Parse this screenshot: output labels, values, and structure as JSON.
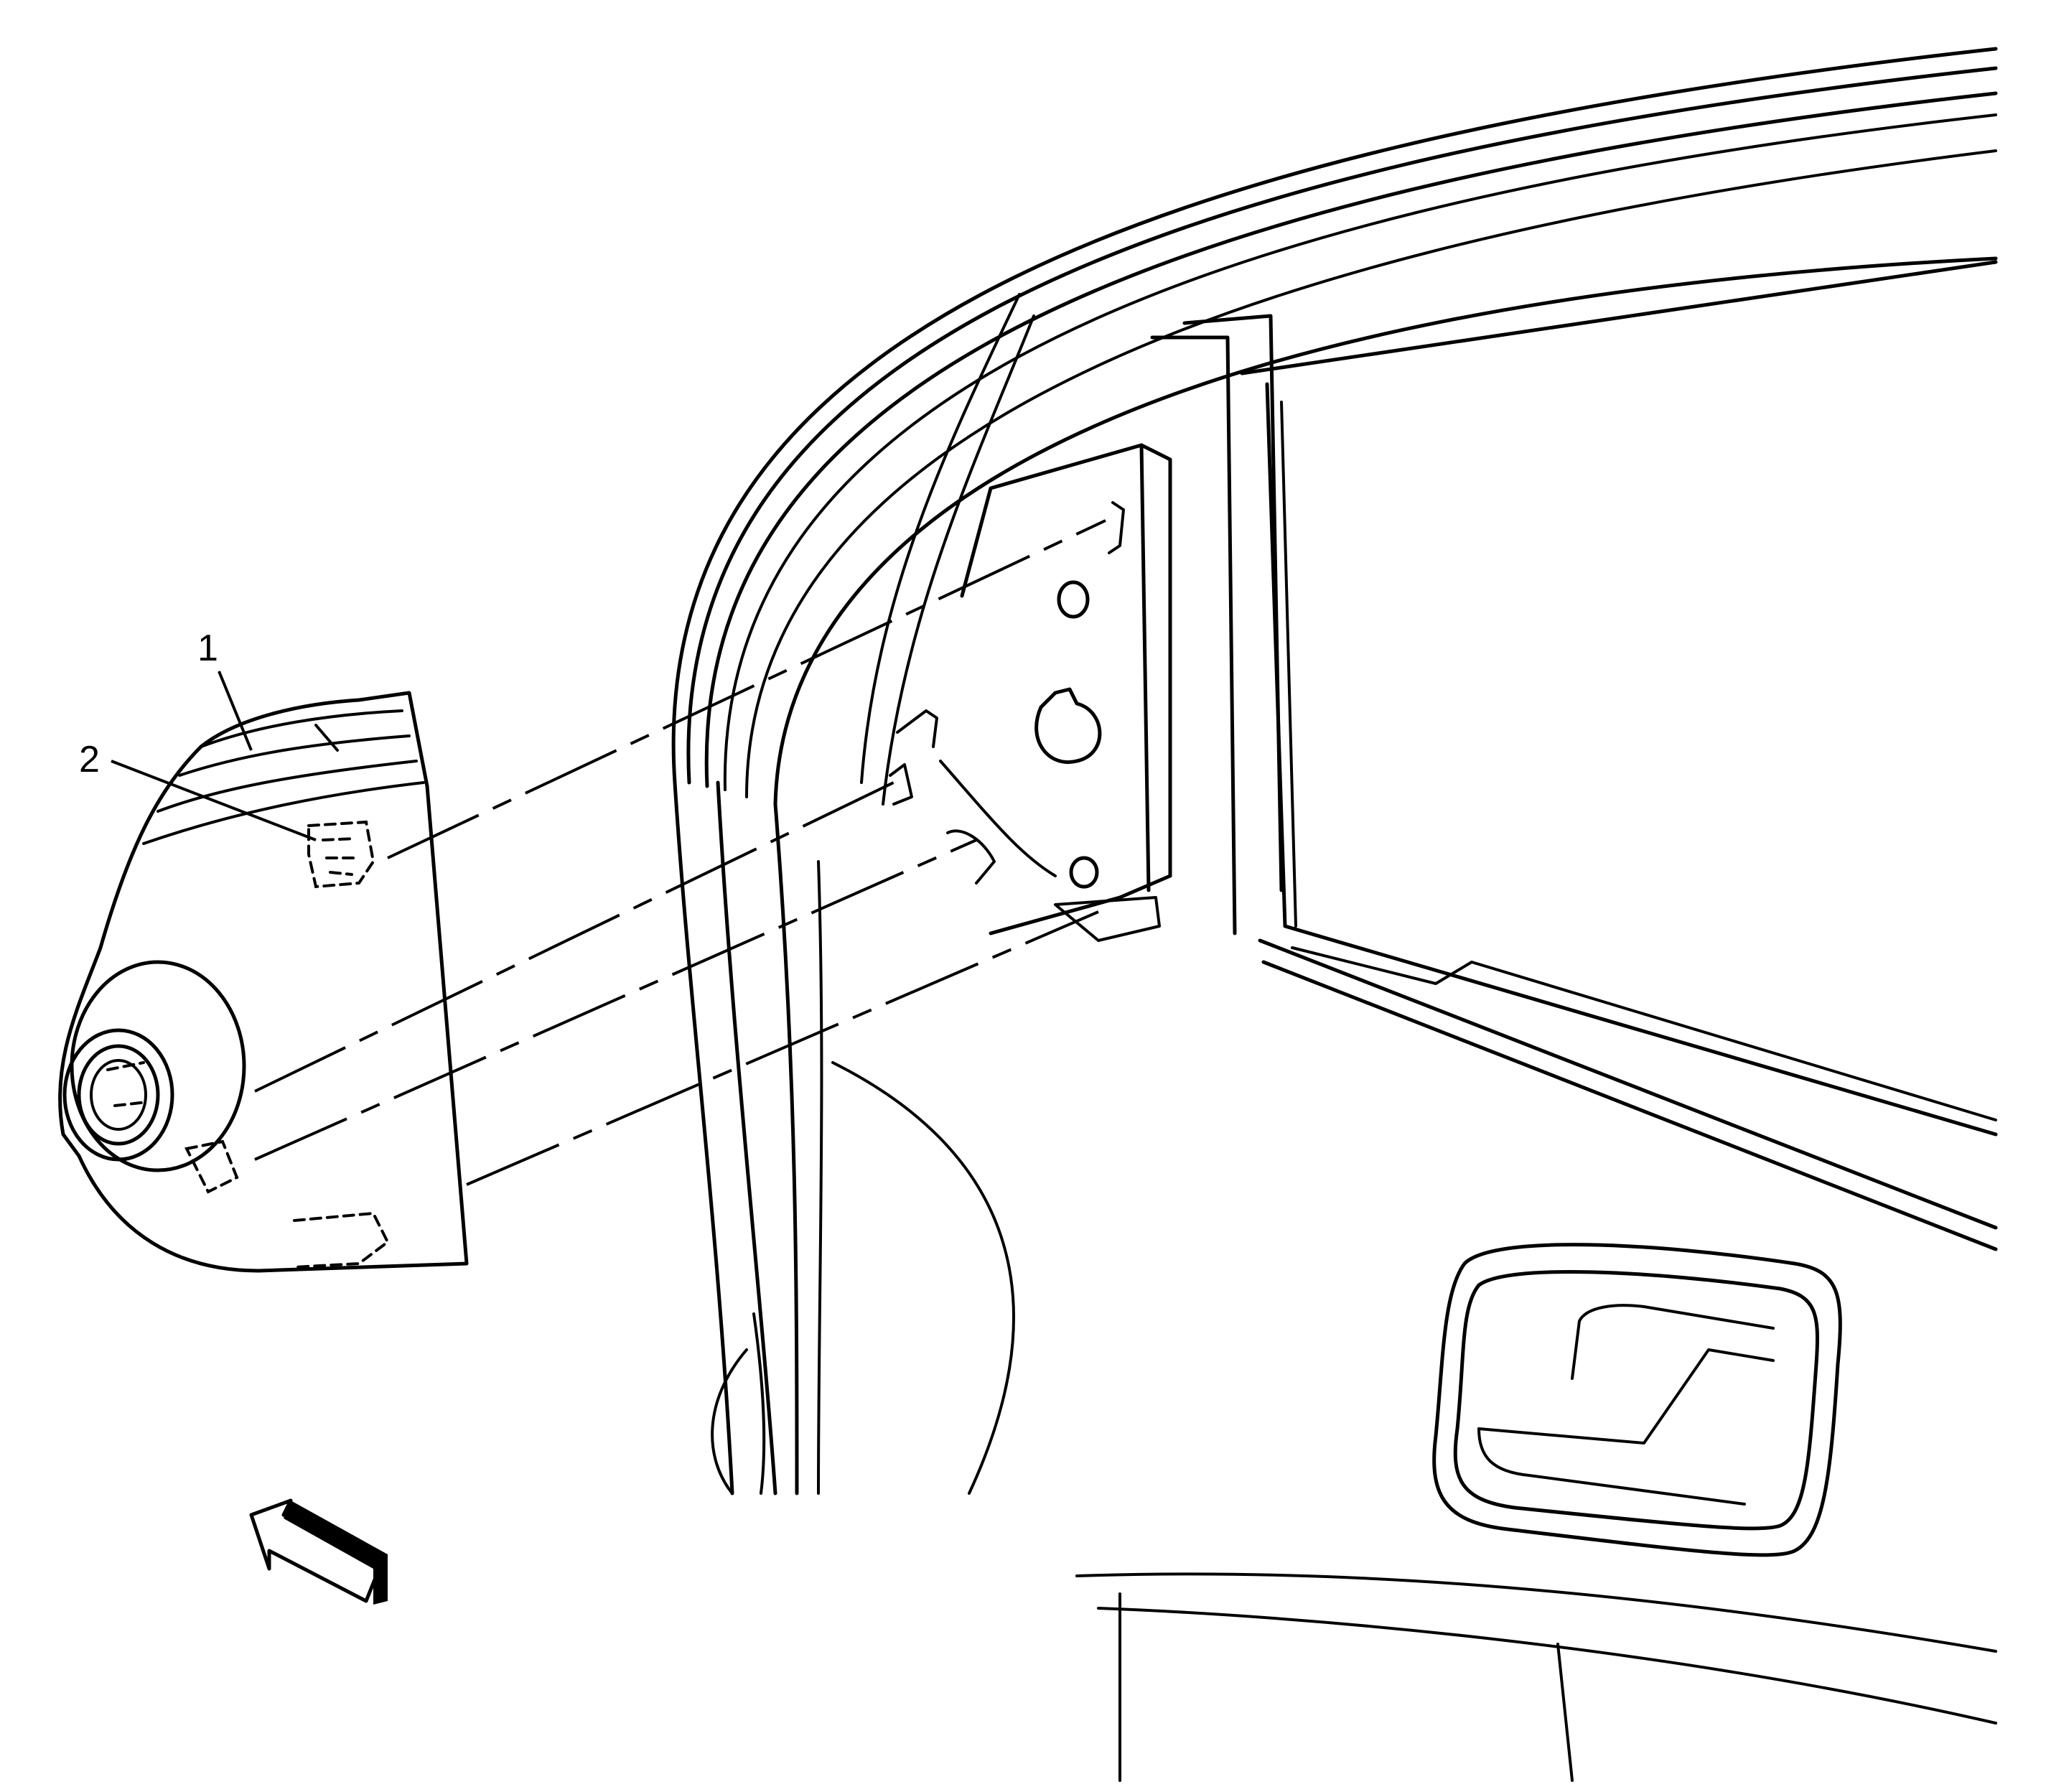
{
  "callouts": [
    {
      "id": "1",
      "label": "1"
    },
    {
      "id": "2",
      "label": "2"
    }
  ],
  "icons": {
    "view_direction": "view-direction-arrow-icon"
  },
  "colors": {
    "line": "#000000",
    "background": "#ffffff"
  }
}
